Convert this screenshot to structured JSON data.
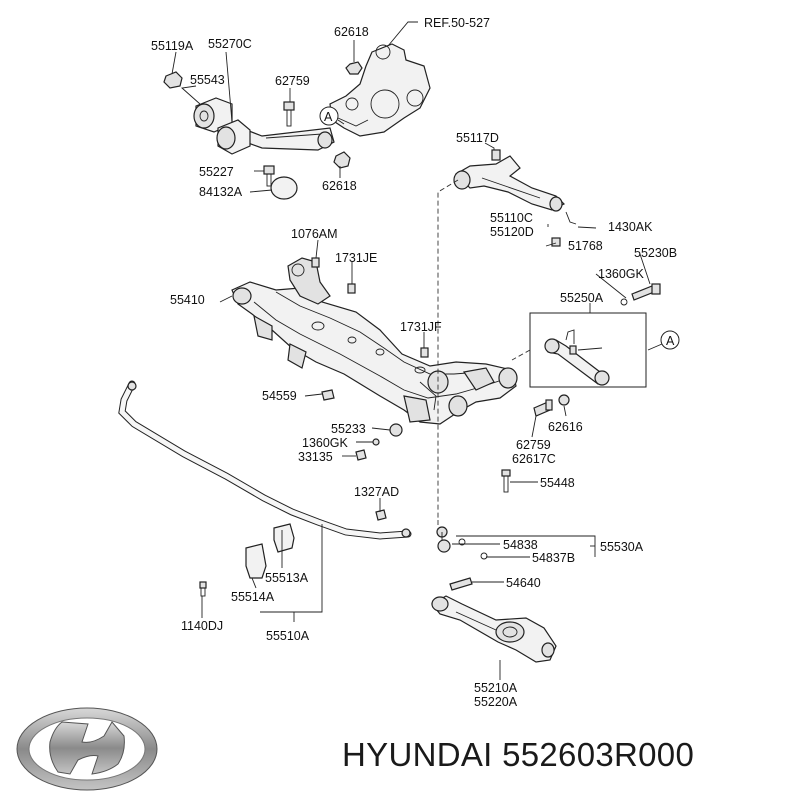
{
  "diagram": {
    "ref_label": "REF.50-527",
    "labels": {
      "l55119A": "55119A",
      "l55270C": "55270C",
      "l62618a": "62618",
      "l55543": "55543",
      "l62759a": "62759",
      "l55227": "55227",
      "l62618b": "62618",
      "l84132A": "84132A",
      "l55117D": "55117D",
      "l55110C": "55110C",
      "l55120D": "55120D",
      "l1430AK": "1430AK",
      "l51768": "51768",
      "l1076AM": "1076AM",
      "l1731JE": "1731JE",
      "l55230B": "55230B",
      "l1360GKa": "1360GK",
      "l55410": "55410",
      "l55250A": "55250A",
      "l1731JF": "1731JF",
      "l54559": "54559",
      "l55233": "55233",
      "l1360GKb": "1360GK",
      "l33135": "33135",
      "l62616": "62616",
      "l62759b": "62759",
      "l62617C": "62617C",
      "l55448": "55448",
      "l1327AD": "1327AD",
      "l54838": "54838",
      "l55530A": "55530A",
      "l54837B": "54837B",
      "l55513A": "55513A",
      "l55514A": "55514A",
      "l54640": "54640",
      "l1140DJ": "1140DJ",
      "l55510A": "55510A",
      "l55210A": "55210A",
      "l55220A": "55220A"
    },
    "callout_letter_1": "A",
    "callout_letter_2": "A"
  },
  "brand": {
    "logo": "hyundai-logo",
    "caption": "HYUNDAI 552603R000"
  }
}
